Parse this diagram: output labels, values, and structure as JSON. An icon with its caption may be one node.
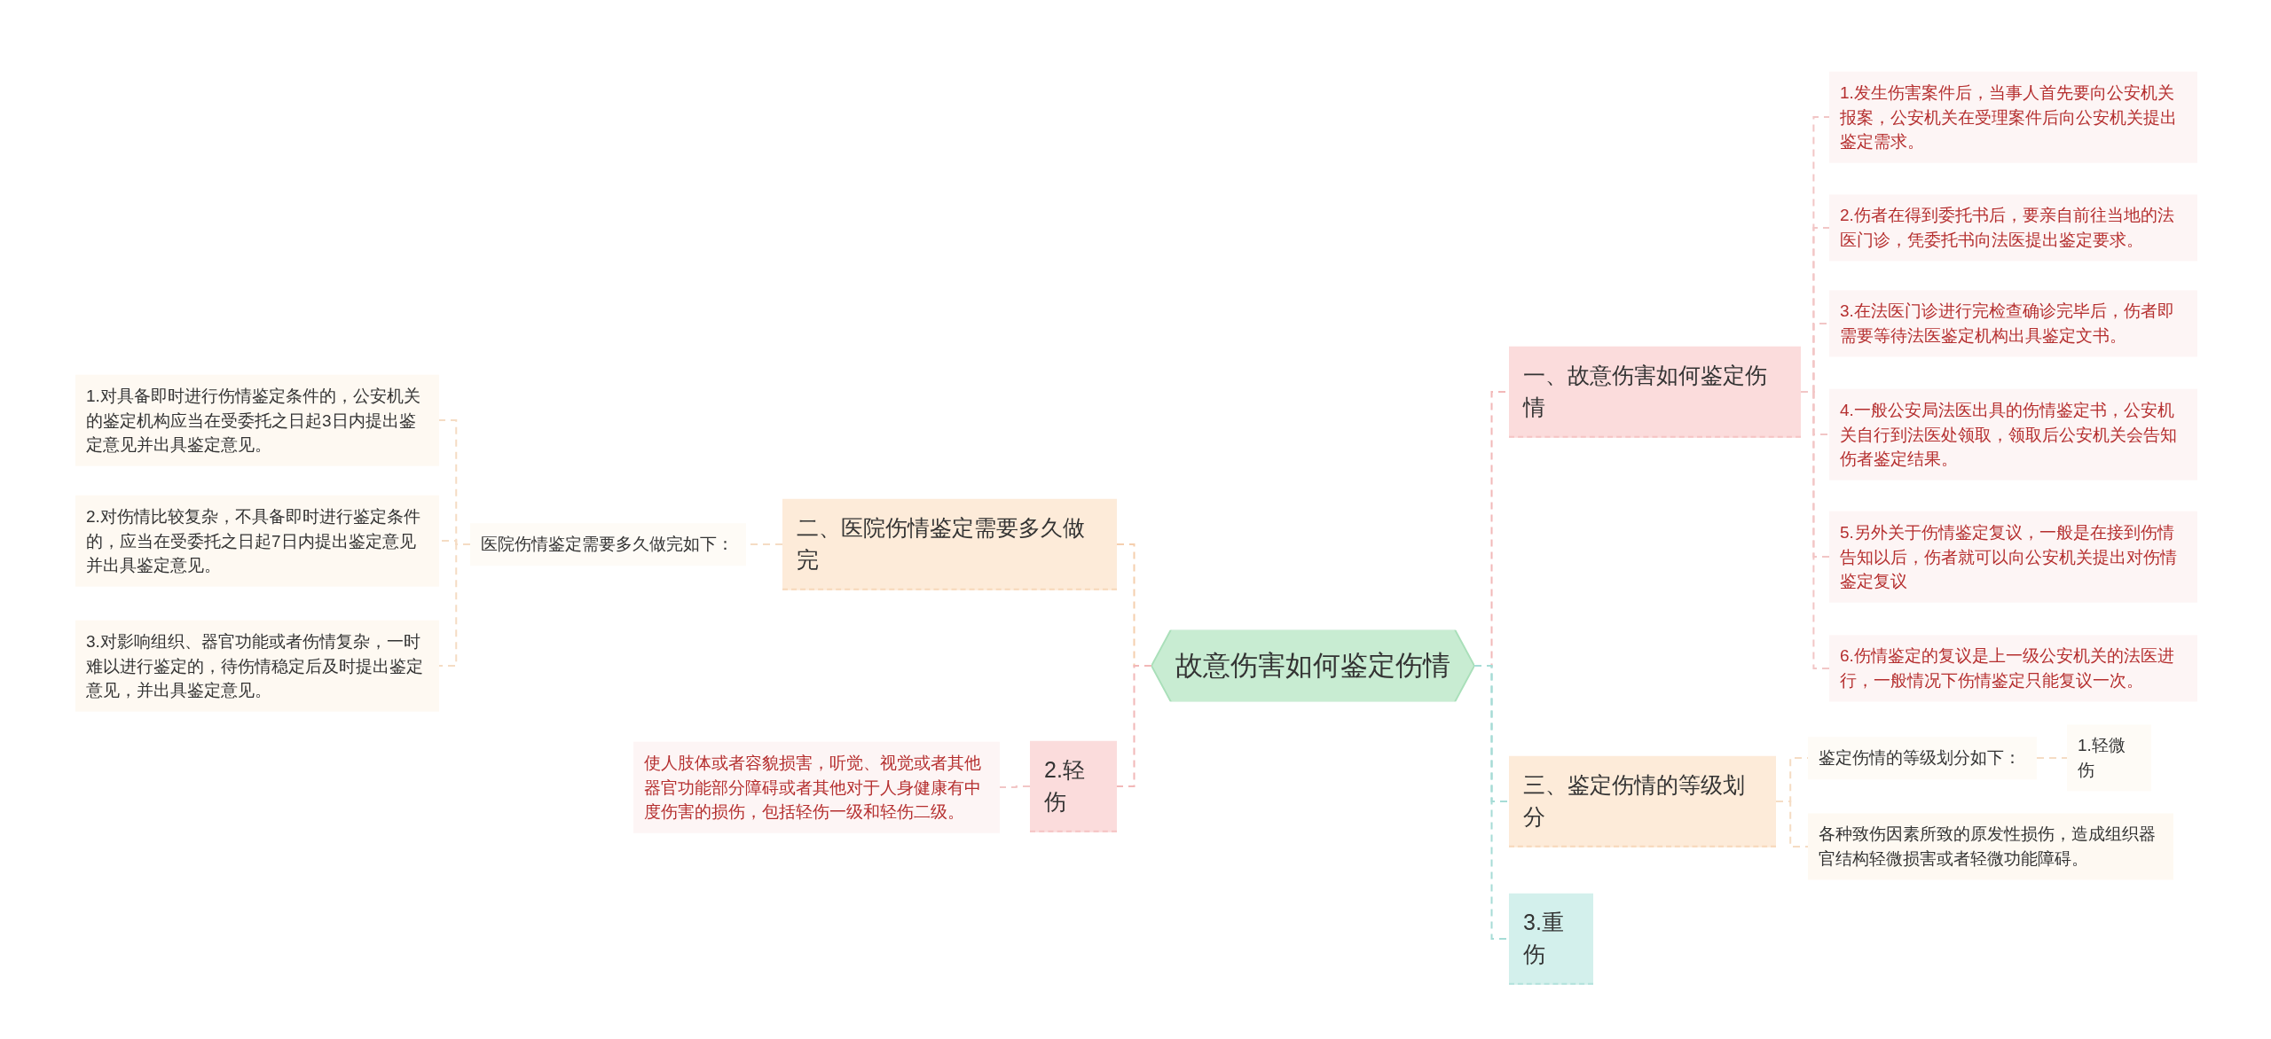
{
  "diagram": {
    "nodes": [
      {
        "text": [
          "故意伤害如何鉴定伤情"
        ]
      },
      {
        "text": [
          "一、故意伤害如何鉴定伤情"
        ]
      },
      {
        "text": [
          "1.发生伤害案件后，当事人首先要向公安机关报案，公安机关在受理案件后向公安机关提出鉴定需求。"
        ]
      },
      {
        "text": [
          "2.伤者在得到委托书后，要亲自前往当地的法医门诊，凭委托书向法医提出鉴定要求。"
        ]
      },
      {
        "text": [
          "3.在法医门诊进行完检查确诊完毕后，伤者即需要等待法医鉴定机构出具鉴定文书。"
        ]
      },
      {
        "text": [
          "4.一般公安局法医出具的伤情鉴定书，公安机关自行到法医处领取，领取后公安机关会告知伤者鉴定结果。"
        ]
      },
      {
        "text": [
          "5.另外关于伤情鉴定复议，一般是在接到伤情告知以后，伤者就可以向公安机关提出对伤情鉴定复议"
        ]
      },
      {
        "text": [
          "6.伤情鉴定的复议是上一级公安机关的法医进行，一般情况下伤情鉴定只能复议一次。"
        ]
      },
      {
        "text": [
          "二、医院伤情鉴定需要多久做完"
        ]
      },
      {
        "text": [
          "医院伤情鉴定需要多久做完如下："
        ]
      },
      {
        "text": [
          "1.对具备即时进行伤情鉴定条件的，公安机关的鉴定机构应当在受委托之日起3日内提出鉴定意见并出具鉴定意见。"
        ]
      },
      {
        "text": [
          "2.对伤情比较复杂，不具备即时进行鉴定条件的，应当在受委托之日起7日内提出鉴定意见并出具鉴定意见。"
        ]
      },
      {
        "text": [
          "3.对影响组织、器官功能或者伤情复杂，一时难以进行鉴定的，待伤情稳定后及时提出鉴定意见，并出具鉴定意见。"
        ]
      },
      {
        "text": [
          "2.轻伤"
        ]
      },
      {
        "text": [
          "使人肢体或者容貌损害，听觉、视觉或者其他器官功能部分障碍或者其他对于人身健康有中度伤害的损伤，包括轻伤一级和轻伤二级。"
        ]
      },
      {
        "text": [
          "三、鉴定伤情的等级划分"
        ]
      },
      {
        "text": [
          "鉴定伤情的等级划分如下："
        ]
      },
      {
        "text": [
          "1.轻微伤"
        ]
      },
      {
        "text": [
          "各种致伤因素所致的原发性损伤，造成组织器官结构轻微损害或者轻微功能障碍。"
        ]
      },
      {
        "text": [
          "3.重伤"
        ]
      }
    ],
    "edges": [
      {
        "from": 0,
        "to": 1,
        "arrow": "none",
        "style": "dashed",
        "color": "#f2b8b8"
      },
      {
        "from": 1,
        "to": 2,
        "arrow": "none",
        "style": "dashed",
        "color": "#f2c6c6"
      },
      {
        "from": 1,
        "to": 3,
        "arrow": "none",
        "style": "dashed",
        "color": "#f2c6c6"
      },
      {
        "from": 1,
        "to": 4,
        "arrow": "none",
        "style": "dashed",
        "color": "#f2c6c6"
      },
      {
        "from": 1,
        "to": 5,
        "arrow": "none",
        "style": "dashed",
        "color": "#f2c6c6"
      },
      {
        "from": 1,
        "to": 6,
        "arrow": "none",
        "style": "dashed",
        "color": "#f2c6c6"
      },
      {
        "from": 1,
        "to": 7,
        "arrow": "none",
        "style": "dashed",
        "color": "#f2c6c6"
      },
      {
        "from": 0,
        "to": 8,
        "arrow": "none",
        "style": "dashed",
        "color": "#f5cfae"
      },
      {
        "from": 8,
        "to": 9,
        "arrow": "none",
        "style": "dashed",
        "color": "#f5dcc4"
      },
      {
        "from": 9,
        "to": 10,
        "arrow": "none",
        "style": "dashed",
        "color": "#f5dcc4"
      },
      {
        "from": 9,
        "to": 11,
        "arrow": "none",
        "style": "dashed",
        "color": "#f5dcc4"
      },
      {
        "from": 9,
        "to": 12,
        "arrow": "none",
        "style": "dashed",
        "color": "#f5dcc4"
      },
      {
        "from": 0,
        "to": 13,
        "arrow": "none",
        "style": "dashed",
        "color": "#f2b8b8"
      },
      {
        "from": 13,
        "to": 14,
        "arrow": "none",
        "style": "dashed",
        "color": "#f2c6c6"
      },
      {
        "from": 0,
        "to": 15,
        "arrow": "none",
        "style": "dashed",
        "color": "#a6dcd6"
      },
      {
        "from": 15,
        "to": 16,
        "arrow": "none",
        "style": "dashed",
        "color": "#f5dcc4"
      },
      {
        "from": 16,
        "to": 17,
        "arrow": "none",
        "style": "dashed",
        "color": "#f5dcc4"
      },
      {
        "from": 15,
        "to": 18,
        "arrow": "none",
        "style": "dashed",
        "color": "#f5dcc4"
      },
      {
        "from": 0,
        "to": 19,
        "arrow": "none",
        "style": "dashed",
        "color": "#a6dcd6"
      }
    ]
  }
}
